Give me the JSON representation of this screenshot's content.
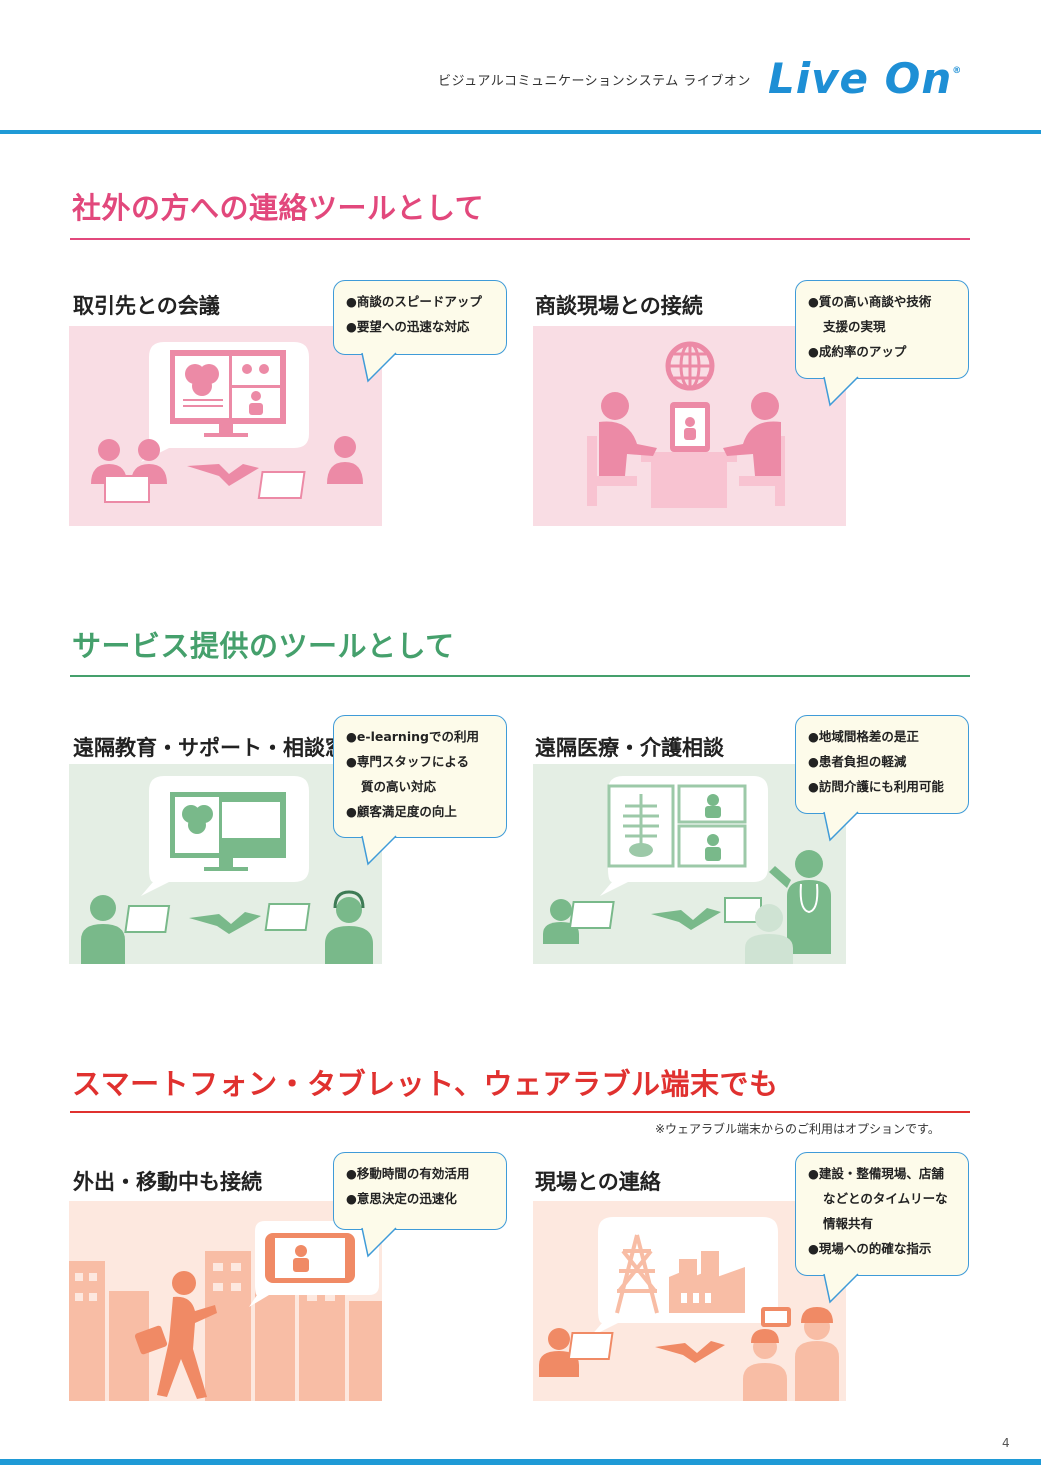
{
  "header": {
    "subtitle": "ビジュアルコミュニケーションシステム ライブオン",
    "logo_text": "Live On",
    "logo_mark": "®"
  },
  "sections": [
    {
      "title": "社外の方への連絡ツールとして",
      "color": "#e2487c",
      "items": [
        {
          "title": "取引先との会議",
          "bullets": [
            "●商談のスピードアップ",
            "●要望への迅速な対応"
          ]
        },
        {
          "title": "商談現場との接続",
          "bullets": [
            "●質の高い商談や技術",
            "支援の実現",
            "●成約率のアップ"
          ]
        }
      ]
    },
    {
      "title": "サービス提供のツールとして",
      "color": "#45a06c",
      "items": [
        {
          "title": "遠隔教育・サポート・相談窓口",
          "bullets": [
            "●e-learningでの利用",
            "●専門スタッフによる",
            "質の高い対応",
            "●顧客満足度の向上"
          ]
        },
        {
          "title": "遠隔医療・介護相談",
          "bullets": [
            "●地域間格差の是正",
            "●患者負担の軽減",
            "●訪問介護にも利用可能"
          ]
        }
      ]
    },
    {
      "title": "スマートフォン・タブレット、ウェアラブル端末でも",
      "color": "#e0312f",
      "note": "※ウェアラブル端末からのご利用はオプションです。",
      "items": [
        {
          "title": "外出・移動中も接続",
          "bullets": [
            "●移動時間の有効活用",
            "●意思決定の迅速化"
          ]
        },
        {
          "title": "現場との連絡",
          "bullets": [
            "●建設・整備現場、店舗",
            "などとのタイムリーな",
            "情報共有",
            "●現場への的確な指示"
          ]
        }
      ]
    }
  ],
  "page_number": "4",
  "colors": {
    "accent_blue": "#1f9ad6",
    "pink_bg": "#f9dde4",
    "pink_fig": "#ec8aa6",
    "green_bg": "#e4eee4",
    "green_fig": "#79b98a",
    "orange_bg": "#fde8df",
    "orange_fig": "#f08a65",
    "bubble_bg": "#fdfbea",
    "bubble_border": "#3f9bd8"
  },
  "icons": [
    "monitor-icon",
    "person-icon",
    "laptop-icon",
    "lightning-icon",
    "globe-icon",
    "tablet-icon",
    "chair-icon",
    "headset-person-icon",
    "xray-icon",
    "doctor-icon",
    "smartphone-icon",
    "briefcase-person-icon",
    "building-icon",
    "factory-icon",
    "pylon-icon",
    "helmet-worker-icon"
  ]
}
